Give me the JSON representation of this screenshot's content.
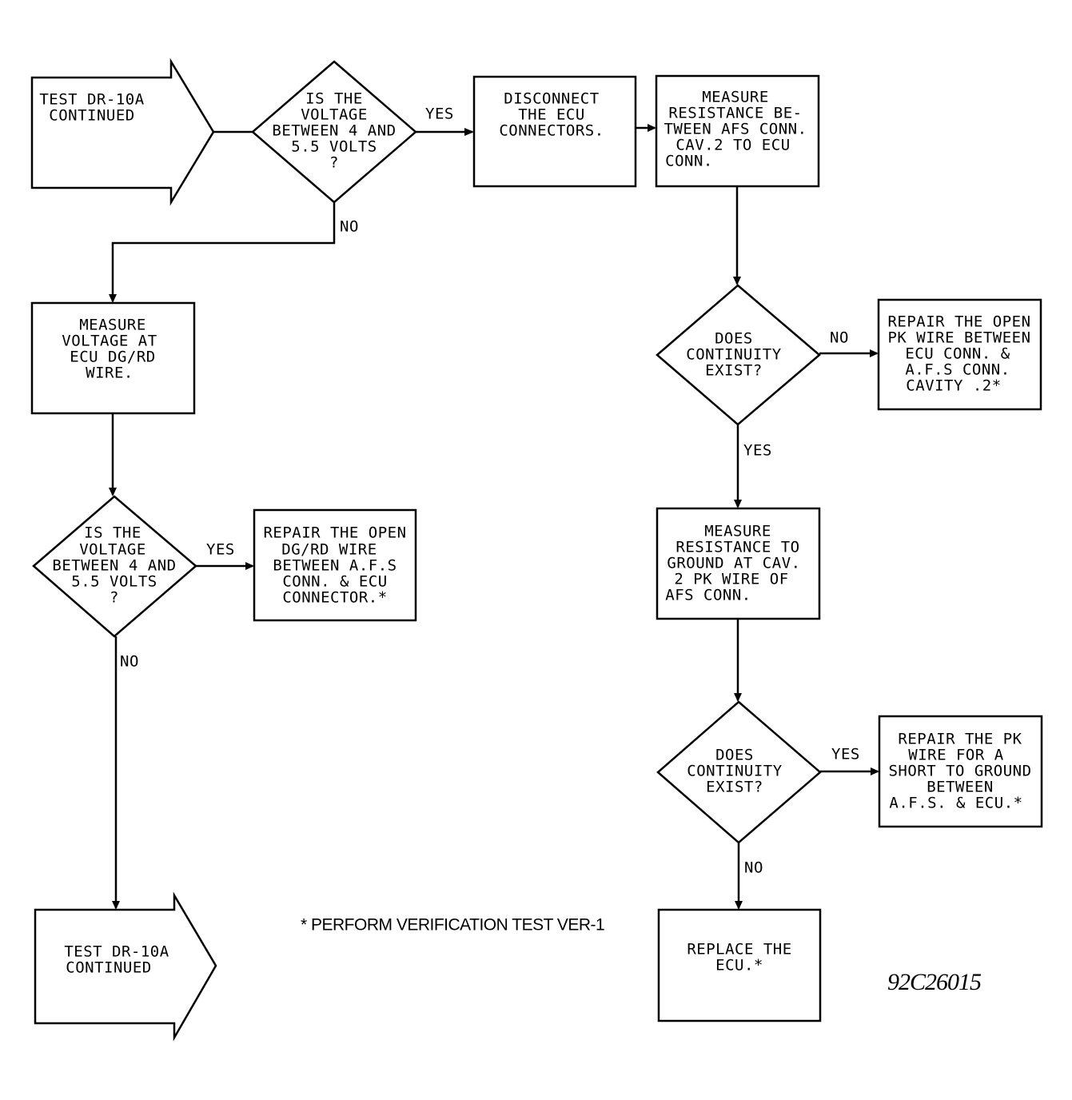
{
  "nodes": {
    "start_arrow": [
      "TEST DR-10A",
      "CONTINUED"
    ],
    "decision_1": [
      "IS THE",
      "VOLTAGE",
      "BETWEEN 4 AND",
      "5.5 VOLTS",
      "?"
    ],
    "disconnect_ecu": [
      "DISCONNECT",
      "THE ECU",
      "CONNECTORS."
    ],
    "measure_resistance_between": [
      "MEASURE",
      "RESISTANCE BE-",
      "TWEEN AFS CONN.",
      "CAV.2 TO ECU",
      "CONN."
    ],
    "measure_voltage": [
      "MEASURE",
      "VOLTAGE AT",
      "ECU DG/RD",
      "WIRE."
    ],
    "decision_2": [
      "IS THE",
      "VOLTAGE",
      "BETWEEN 4 AND",
      "5.5 VOLTS",
      "?"
    ],
    "repair_dgrd": [
      "REPAIR THE OPEN",
      "DG/RD WIRE",
      "BETWEEN A.F.S",
      "CONN. & ECU",
      "CONNECTOR.*"
    ],
    "continuity_1": [
      "DOES",
      "CONTINUITY",
      "EXIST?"
    ],
    "repair_pk_open": [
      "REPAIR THE OPEN",
      "PK WIRE BETWEEN",
      "ECU CONN. &",
      "A.F.S CONN.",
      "CAVITY .2*"
    ],
    "measure_ground": [
      "MEASURE",
      "RESISTANCE TO",
      "GROUND AT CAV.",
      "2 PK WIRE OF",
      "AFS CONN."
    ],
    "continuity_2": [
      "DOES",
      "CONTINUITY",
      "EXIST?"
    ],
    "repair_pk_short": [
      "REPAIR THE PK",
      "WIRE FOR A",
      "SHORT TO GROUND",
      "BETWEEN",
      "A.F.S. & ECU.*"
    ],
    "replace_ecu": [
      "REPLACE THE",
      "ECU.*"
    ],
    "end_arrow": [
      "TEST DR-10A",
      "CONTINUED"
    ]
  },
  "edge_labels": {
    "d1_yes": "YES",
    "d1_no": "NO",
    "d2_yes": "YES",
    "d2_no": "NO",
    "c1_no": "NO",
    "c1_yes": "YES",
    "c2_yes": "YES",
    "c2_no": "NO"
  },
  "footnote": "* PERFORM VERIFICATION TEST VER-1",
  "figure_id": "92C26015"
}
